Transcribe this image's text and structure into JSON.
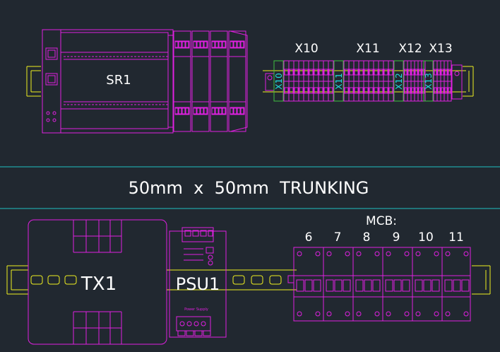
{
  "colors": {
    "background": "#212830",
    "magenta": "#e020e0",
    "yellow": "#f0f020",
    "white": "#ffffff",
    "cyan": "#20e0e0",
    "green": "#40c040",
    "divider": "#20c0c0"
  },
  "plc": {
    "label": "SR1"
  },
  "terminals": [
    {
      "header": "X10",
      "tag": "X10"
    },
    {
      "header": "X11",
      "tag": "X11"
    },
    {
      "header": "X12",
      "tag": "X12"
    },
    {
      "header": "X13",
      "tag": "X13"
    }
  ],
  "trunking": {
    "label": "50mm  x  50mm  TRUNKING"
  },
  "transformer": {
    "label": "TX1"
  },
  "psu": {
    "label": "PSU1",
    "footer_text": "Power Supply"
  },
  "mcb": {
    "title": "MCB:",
    "numbers": [
      "6",
      "7",
      "8",
      "9",
      "10",
      "11"
    ]
  }
}
